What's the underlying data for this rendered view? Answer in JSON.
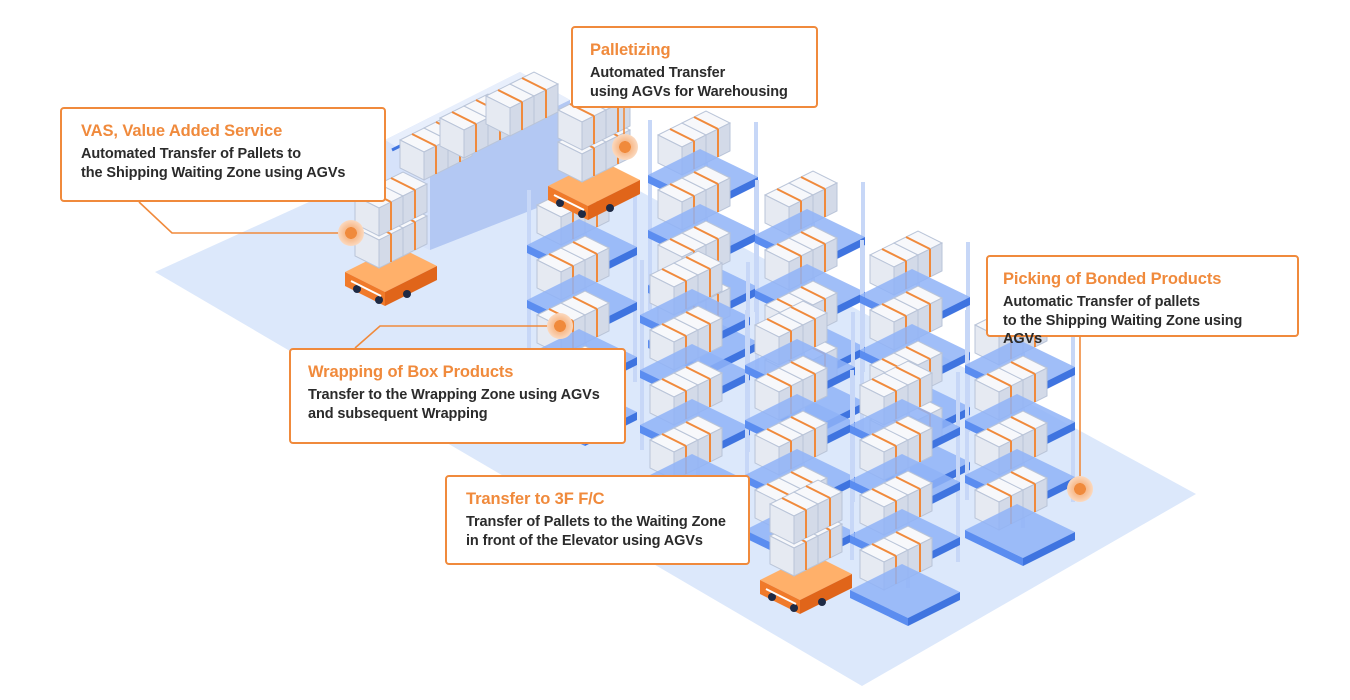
{
  "colors": {
    "accent": "#f08a3c",
    "floor": "#dce8fb",
    "rack": "#5b8df0",
    "box": "#eef1f7",
    "text": "#2b2b2b"
  },
  "callouts": {
    "palletizing": {
      "title": "Palletizing",
      "lines": [
        "Automated Transfer",
        "using AGVs for Warehousing"
      ]
    },
    "vas": {
      "title": "VAS, Value Added Service",
      "lines": [
        "Automated Transfer of Pallets to",
        "the Shipping Waiting Zone using AGVs"
      ]
    },
    "wrapping": {
      "title": "Wrapping of Box Products",
      "lines": [
        "Transfer to the Wrapping Zone using AGVs",
        "and subsequent Wrapping"
      ]
    },
    "picking": {
      "title": "Picking of Bonded Products",
      "lines": [
        "Automatic Transfer of pallets",
        "to the Shipping Waiting Zone using AGVs"
      ]
    },
    "transfer": {
      "title": "Transfer to 3F F/C",
      "lines": [
        "Transfer of Pallets to the Waiting Zone",
        "in front of the Elevator using AGVs"
      ]
    }
  },
  "icons": [
    "agv-robot-icon",
    "pallet-box-icon",
    "storage-rack-icon",
    "conveyor-icon",
    "hotspot-marker-icon"
  ]
}
